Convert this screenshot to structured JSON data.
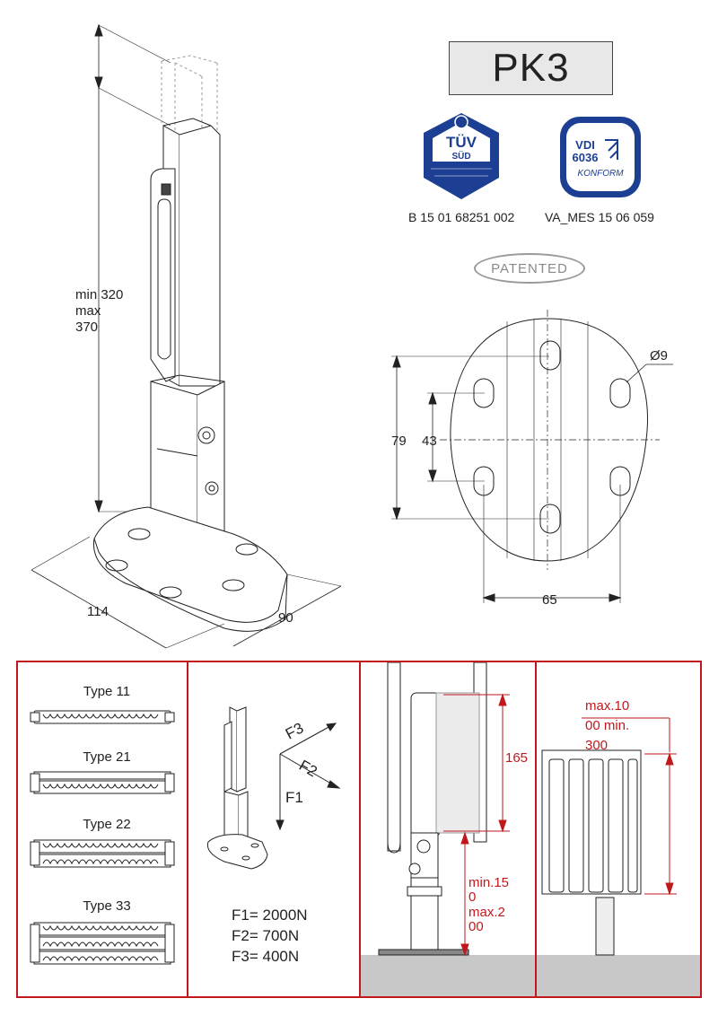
{
  "header": {
    "model": "PK3",
    "patent_label": "PATENTED"
  },
  "certifications": [
    {
      "logo": "TÜV SÜD",
      "logo_top": "TÜV",
      "logo_sub": "SÜD",
      "code": "B 15 01 68251 002"
    },
    {
      "logo": "VDI 6036 KONFORM",
      "logo_line1": "VDI",
      "logo_line2": "6036",
      "logo_line3": "KONFORM",
      "code": "VA_MES 15 06 059"
    }
  ],
  "bracket_dims": {
    "height_min": "min 320",
    "height_max": "max",
    "height_max_value": "370",
    "depth": "114",
    "width": "90"
  },
  "plate_dims": {
    "hole": "Ø9",
    "outer_height": "79",
    "inner_height": "43",
    "width": "65"
  },
  "panel_types": [
    {
      "label": "Type 11"
    },
    {
      "label": "Type 21"
    },
    {
      "label": "Type 22"
    },
    {
      "label": "Type 33"
    }
  ],
  "forces": {
    "arrow_labels": [
      "F3",
      "F2",
      "F1"
    ],
    "values": [
      "F1= 2000N",
      "F2= 700N",
      "F3= 400N"
    ]
  },
  "installation": {
    "side_height": "165",
    "floor_gap_line1": "min.15",
    "floor_gap_line2": "0",
    "floor_gap_line3": "max.2",
    "floor_gap_line4": "00",
    "front_gap_line1": "max.10",
    "front_gap_line2": "00  min.",
    "front_gap_line3": "300"
  },
  "colors": {
    "accent_red": "#c0191d",
    "tuv_blue": "#1d3f93",
    "vdi_blue": "#1d3f93",
    "floor_gray": "#c8c8c8"
  }
}
